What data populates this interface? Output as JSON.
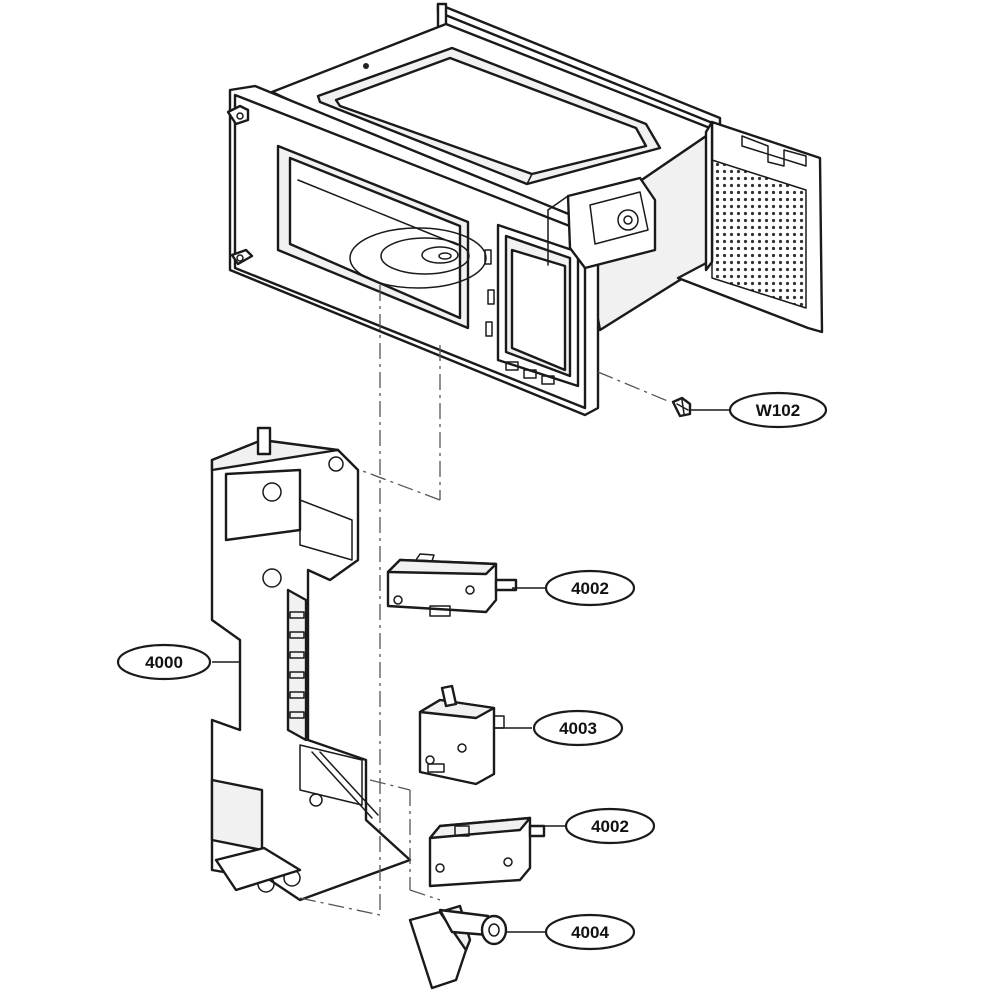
{
  "diagram": {
    "callouts": [
      {
        "id": "w102",
        "label": "W102"
      },
      {
        "id": "4002a",
        "label": "4002"
      },
      {
        "id": "4000",
        "label": "4000"
      },
      {
        "id": "4003",
        "label": "4003"
      },
      {
        "id": "4002b",
        "label": "4002"
      },
      {
        "id": "4004",
        "label": "4004"
      }
    ]
  }
}
